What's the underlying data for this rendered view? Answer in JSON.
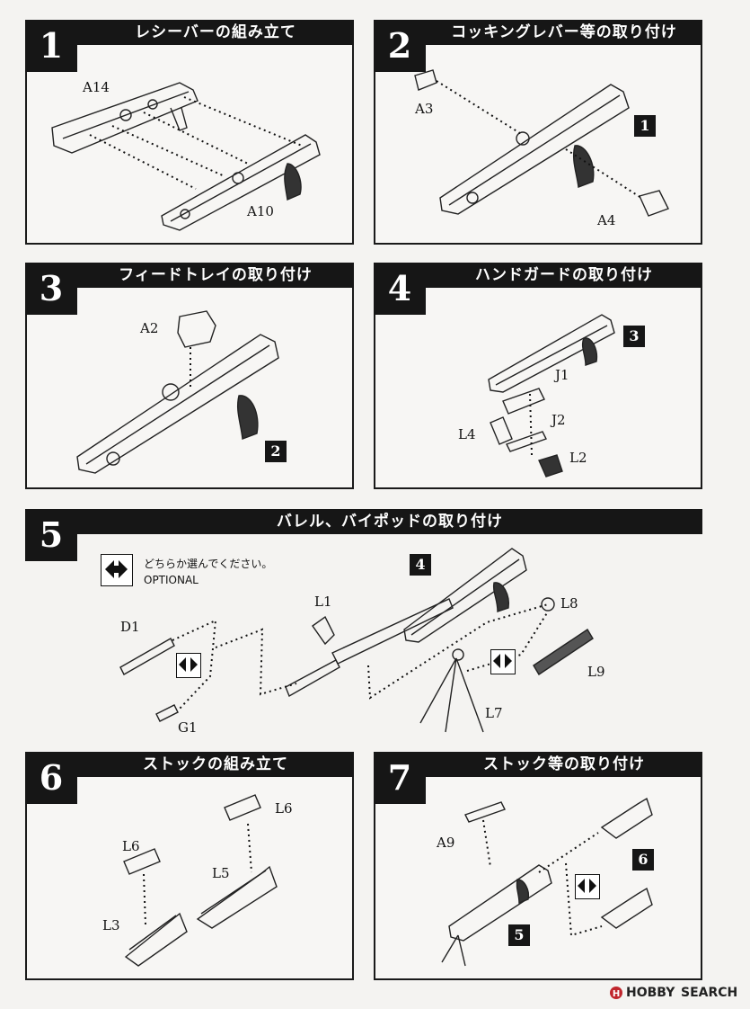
{
  "steps": [
    {
      "number": "1",
      "title": "レシーバーの組み立て",
      "labels": [
        "A14",
        "A10"
      ]
    },
    {
      "number": "2",
      "title": "コッキングレバー等の取り付け",
      "labels": [
        "A3",
        "A4"
      ],
      "refs": [
        "1"
      ]
    },
    {
      "number": "3",
      "title": "フィードトレイの取り付け",
      "labels": [
        "A2"
      ],
      "refs": [
        "2"
      ]
    },
    {
      "number": "4",
      "title": "ハンドガードの取り付け",
      "labels": [
        "J1",
        "J2",
        "L4",
        "L2"
      ],
      "refs": [
        "3"
      ]
    },
    {
      "number": "5",
      "title": "バレル、バイポッドの取り付け",
      "labels": [
        "D1",
        "G1",
        "L1",
        "L7",
        "L8",
        "L9"
      ],
      "refs": [
        "4"
      ]
    },
    {
      "number": "6",
      "title": "ストックの組み立て",
      "labels": [
        "L6",
        "L6",
        "L5",
        "L3"
      ]
    },
    {
      "number": "7",
      "title": "ストック等の取り付け",
      "labels": [
        "A9"
      ],
      "refs": [
        "6",
        "5"
      ]
    }
  ],
  "optional_note": {
    "jp": "どちらか選んでください。",
    "en": "OPTIONAL"
  },
  "watermark": {
    "brand": "HOBBY",
    "text": "SEARCH"
  }
}
